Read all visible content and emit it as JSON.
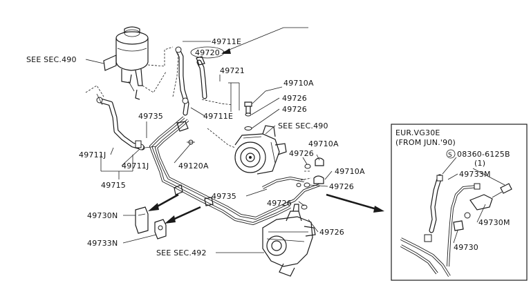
{
  "diagram": {
    "labels": {
      "see_490_top": "SEE SEC.490",
      "p49711E_top": "49711E",
      "p49720": "49720",
      "p49721": "49721",
      "p49710A_a": "49710A",
      "p49726_a": "49726",
      "p49726_b": "49726",
      "p49711E_mid": "49711E",
      "p49735_a": "49735",
      "see_490_mid": "SEE SEC.490",
      "p49711J_a": "49711J",
      "p49711J_b": "49711J",
      "p49120A": "49120A",
      "p49715": "49715",
      "p49710A_b": "49710A",
      "p49726_c": "49726",
      "p49710A_c": "49710A",
      "p49726_d": "49726",
      "p49735_b": "49735",
      "p49726_e": "49726",
      "p49730N": "49730N",
      "p49733N": "49733N",
      "p49726_f": "49726",
      "see_492": "SEE SEC.492"
    },
    "inset": {
      "title": "EUR.VG30E",
      "subtitle": "(FROM JUN.'90)",
      "bolt_code": "08360-6125B",
      "bolt_symbol": "S",
      "bolt_qty": "(1)",
      "p49733M": "49733M",
      "p49730M": "49730M",
      "p49730": "49730"
    }
  }
}
